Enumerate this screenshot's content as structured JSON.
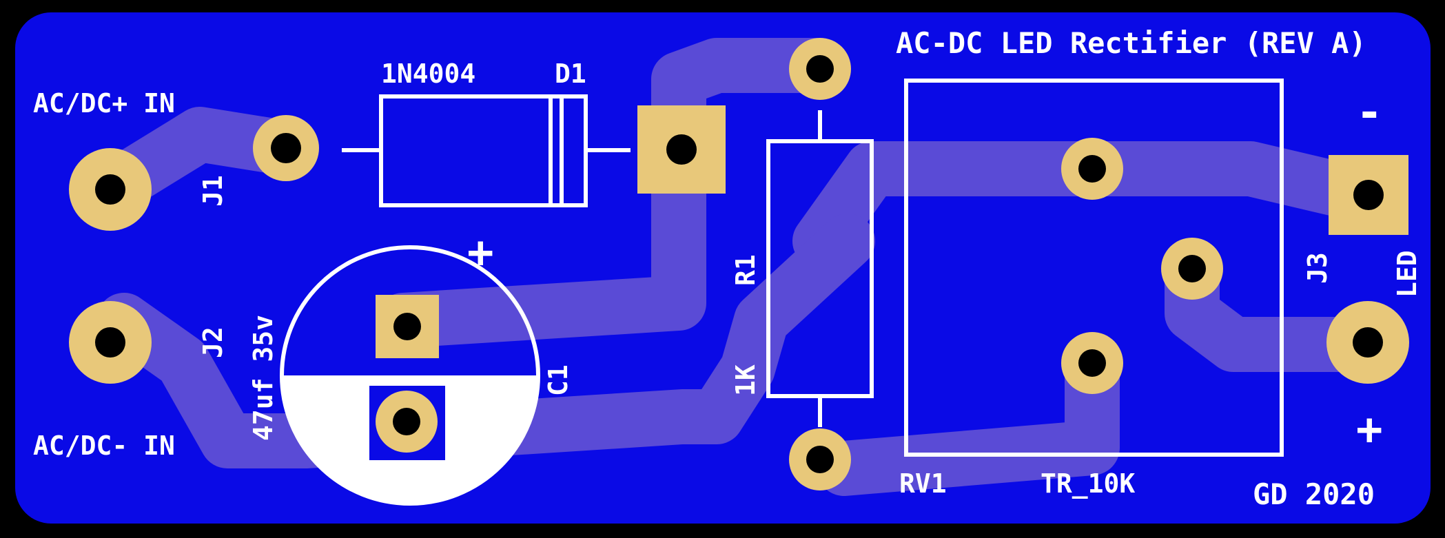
{
  "colors": {
    "background": "#000000",
    "board": "#0a0ae6",
    "trace": "#5a4bd6",
    "pad": "#e8c87a",
    "drill": "#000000",
    "silkscreen": "#ffffff"
  },
  "labels": {
    "title": "AC-DC LED Rectifier (REV A)",
    "ac_dc_plus_in": "AC/DC+ IN",
    "ac_dc_minus_in": "AC/DC- IN",
    "j1": "J1",
    "j2": "J2",
    "j3": "J3",
    "diode_value": "1N4004",
    "diode_ref": "D1",
    "cap_plus": "+",
    "cap_value": "47uf 35v",
    "cap_ref": "C1",
    "resistor_ref": "R1",
    "resistor_value": "1K",
    "trimmer_ref": "RV1",
    "trimmer_value": "TR_10K",
    "led_minus": "-",
    "led_plus": "+",
    "led": "LED",
    "footer": "GD 2020"
  }
}
